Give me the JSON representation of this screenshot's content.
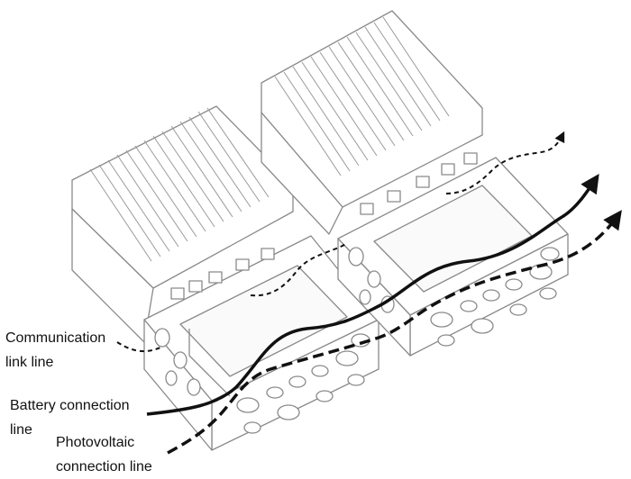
{
  "labels": {
    "communication": [
      "Communication",
      "link line"
    ],
    "battery": [
      "Battery connection",
      "line"
    ],
    "photovoltaic": [
      "Photovoltaic",
      "connection line"
    ]
  },
  "colors": {
    "outline": "#8a8a8a",
    "fill": "#ffffff",
    "cable": "#111111",
    "text": "#111111"
  }
}
